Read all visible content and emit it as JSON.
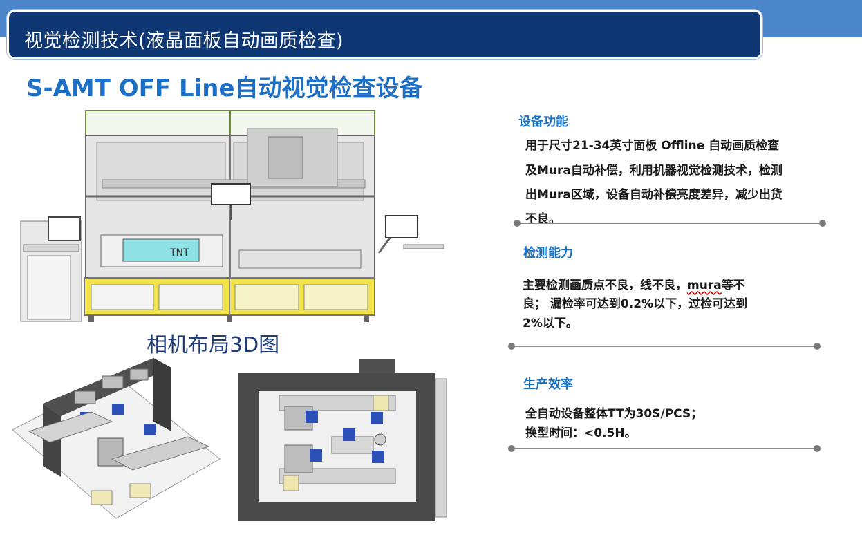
{
  "header": {
    "title": "视觉检测技术(液晶面板自动画质检查)"
  },
  "subtitle": "S-AMT OFF Line自动视觉检查设备",
  "figures": {
    "caption_3d": "相机布局3D图",
    "machine_label": "TNT"
  },
  "sections": [
    {
      "heading": "设备功能",
      "lines": [
        "用于尺寸21-34英寸面板 Offline 自动画质检查",
        "及Mura自动补偿，利用机器视觉检测技术，检测",
        "出Mura区域，设备自动补偿亮度差异，减少出货",
        "不良。"
      ]
    },
    {
      "heading": "检测能力",
      "lines_pre": "主要检测画质点不良，线不良，",
      "lines_wavy": "mura",
      "lines_post": "等不",
      "lines": [
        "良； 漏检率可达到0.2%以下，过检可达到",
        "2%以下。"
      ]
    },
    {
      "heading": "生产效率",
      "lines": [
        "全自动设备整体TT为30S/PCS；",
        "换型时间：<0.5H。"
      ]
    }
  ],
  "colors": {
    "title_bar": "#0f3774",
    "top_strip": "#4a86c9",
    "subtitle": "#1e6fc6",
    "heading": "#1b74c7",
    "machine_frame_yellow": "#f2e34a"
  }
}
